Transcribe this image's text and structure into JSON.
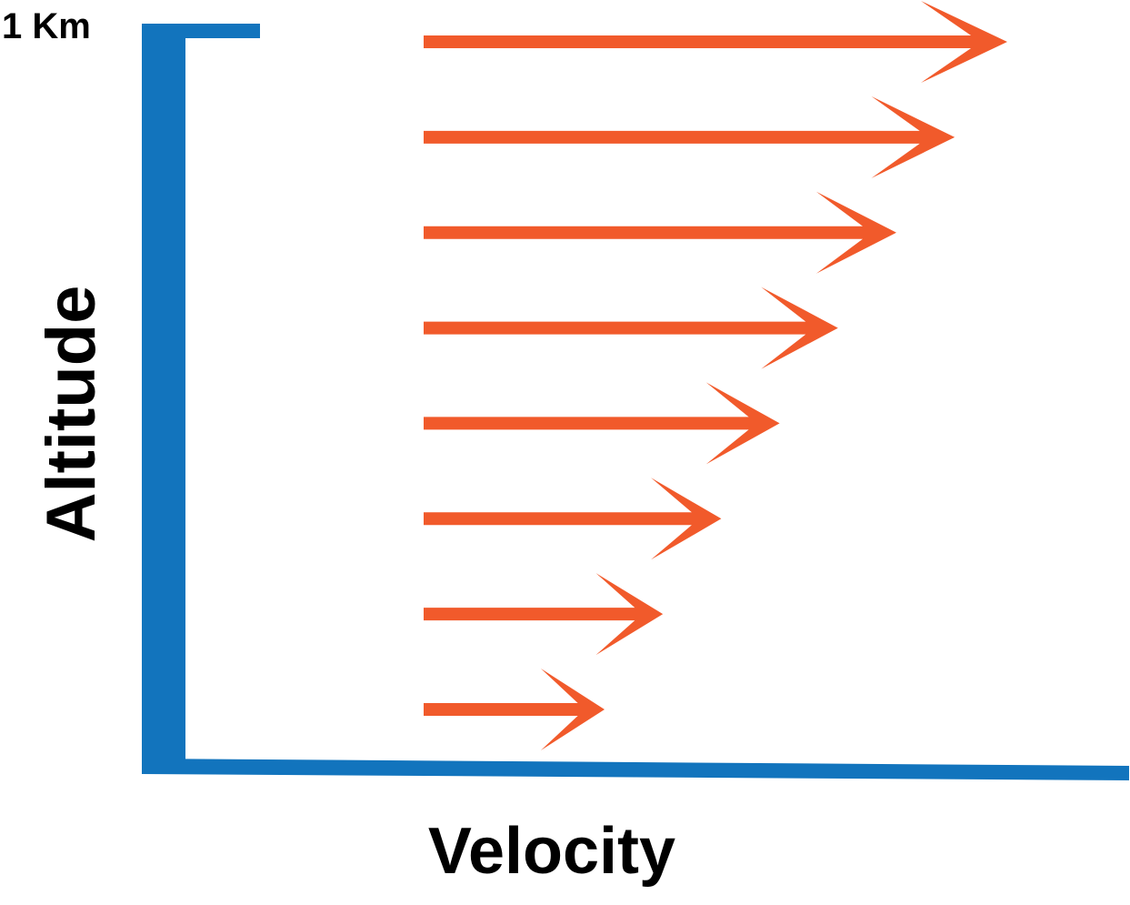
{
  "labels": {
    "top_altitude": "1 Km",
    "y_axis": "Altitude",
    "x_axis": "Velocity"
  },
  "colors": {
    "axis": "#1274bd",
    "arrow": "#f15a2b",
    "text": "#000000"
  },
  "wind_profile": {
    "description_order": "bottom-to-top",
    "relative_velocity": [
      0.31,
      0.41,
      0.51,
      0.61,
      0.71,
      0.81,
      0.91,
      1.0
    ]
  }
}
